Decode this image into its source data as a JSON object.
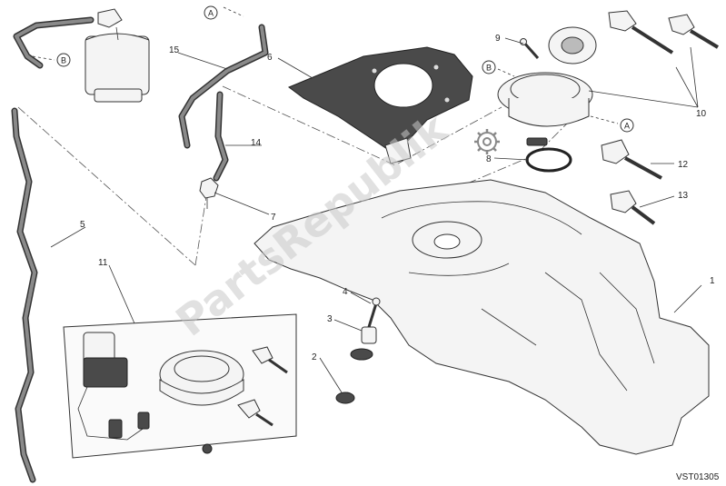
{
  "diagram": {
    "callouts": [
      "1",
      "2",
      "3",
      "4",
      "5",
      "6",
      "7",
      "8",
      "9",
      "10",
      "11",
      "12",
      "13",
      "14",
      "15"
    ],
    "ref_a": "A",
    "ref_b": "B",
    "watermark": "PartsRepublik",
    "drawing_code": "VST01305"
  },
  "colors": {
    "line": "#333333",
    "hose": "#333333",
    "watermark": "#c9c9c9",
    "background": "#ffffff"
  },
  "icons": [
    "gear-icon"
  ]
}
